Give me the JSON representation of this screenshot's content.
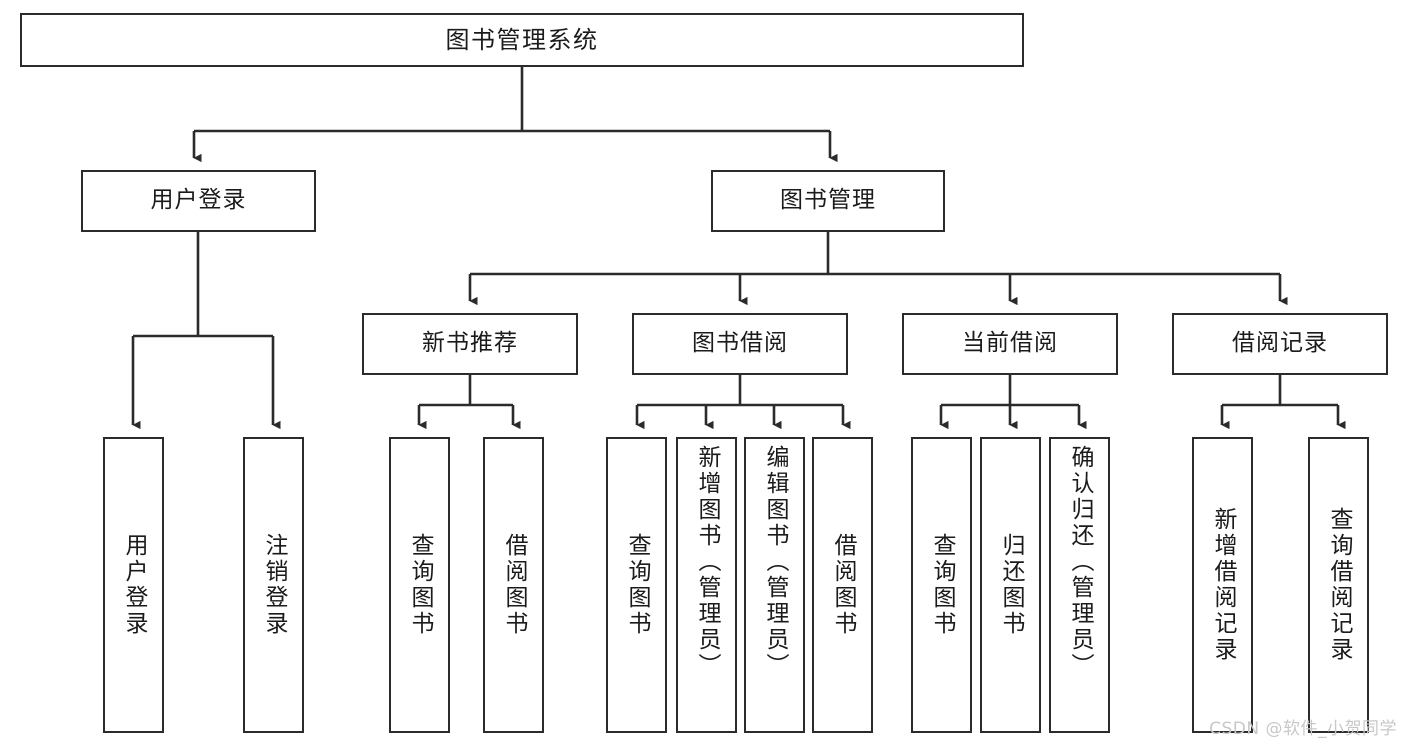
{
  "diagram": {
    "type": "tree-hierarchy-chart",
    "title": "图书管理系统",
    "colors": {
      "box_border": "#2b2b2b",
      "box_fill": "#ffffff",
      "connector": "#2b2b2b",
      "text": "#1b1b1b",
      "watermark": "#c8c8c8",
      "background": "#ffffff"
    },
    "root": {
      "label": "图书管理系统"
    },
    "level2": [
      {
        "label": "用户登录"
      },
      {
        "label": "图书管理"
      }
    ],
    "level3": [
      {
        "label": "新书推荐"
      },
      {
        "label": "图书借阅"
      },
      {
        "label": "当前借阅"
      },
      {
        "label": "借阅记录"
      }
    ],
    "leaves": {
      "user_login": [
        {
          "label": "用户登录"
        },
        {
          "label": "注销登录"
        }
      ],
      "new_book": [
        {
          "label": "查询图书"
        },
        {
          "label": "借阅图书"
        }
      ],
      "book_borrow": [
        {
          "label": "查询图书"
        },
        {
          "label": "新增图书（管理员）"
        },
        {
          "label": "编辑图书（管理员）"
        },
        {
          "label": "借阅图书"
        }
      ],
      "current_borrow": [
        {
          "label": "查询图书"
        },
        {
          "label": "归还图书"
        },
        {
          "label": "确认归还（管理员）"
        }
      ],
      "borrow_record": [
        {
          "label": "新增借阅记录"
        },
        {
          "label": "查询借阅记录"
        }
      ]
    }
  },
  "watermark": {
    "text": "CSDN @软件_小贺同学"
  }
}
